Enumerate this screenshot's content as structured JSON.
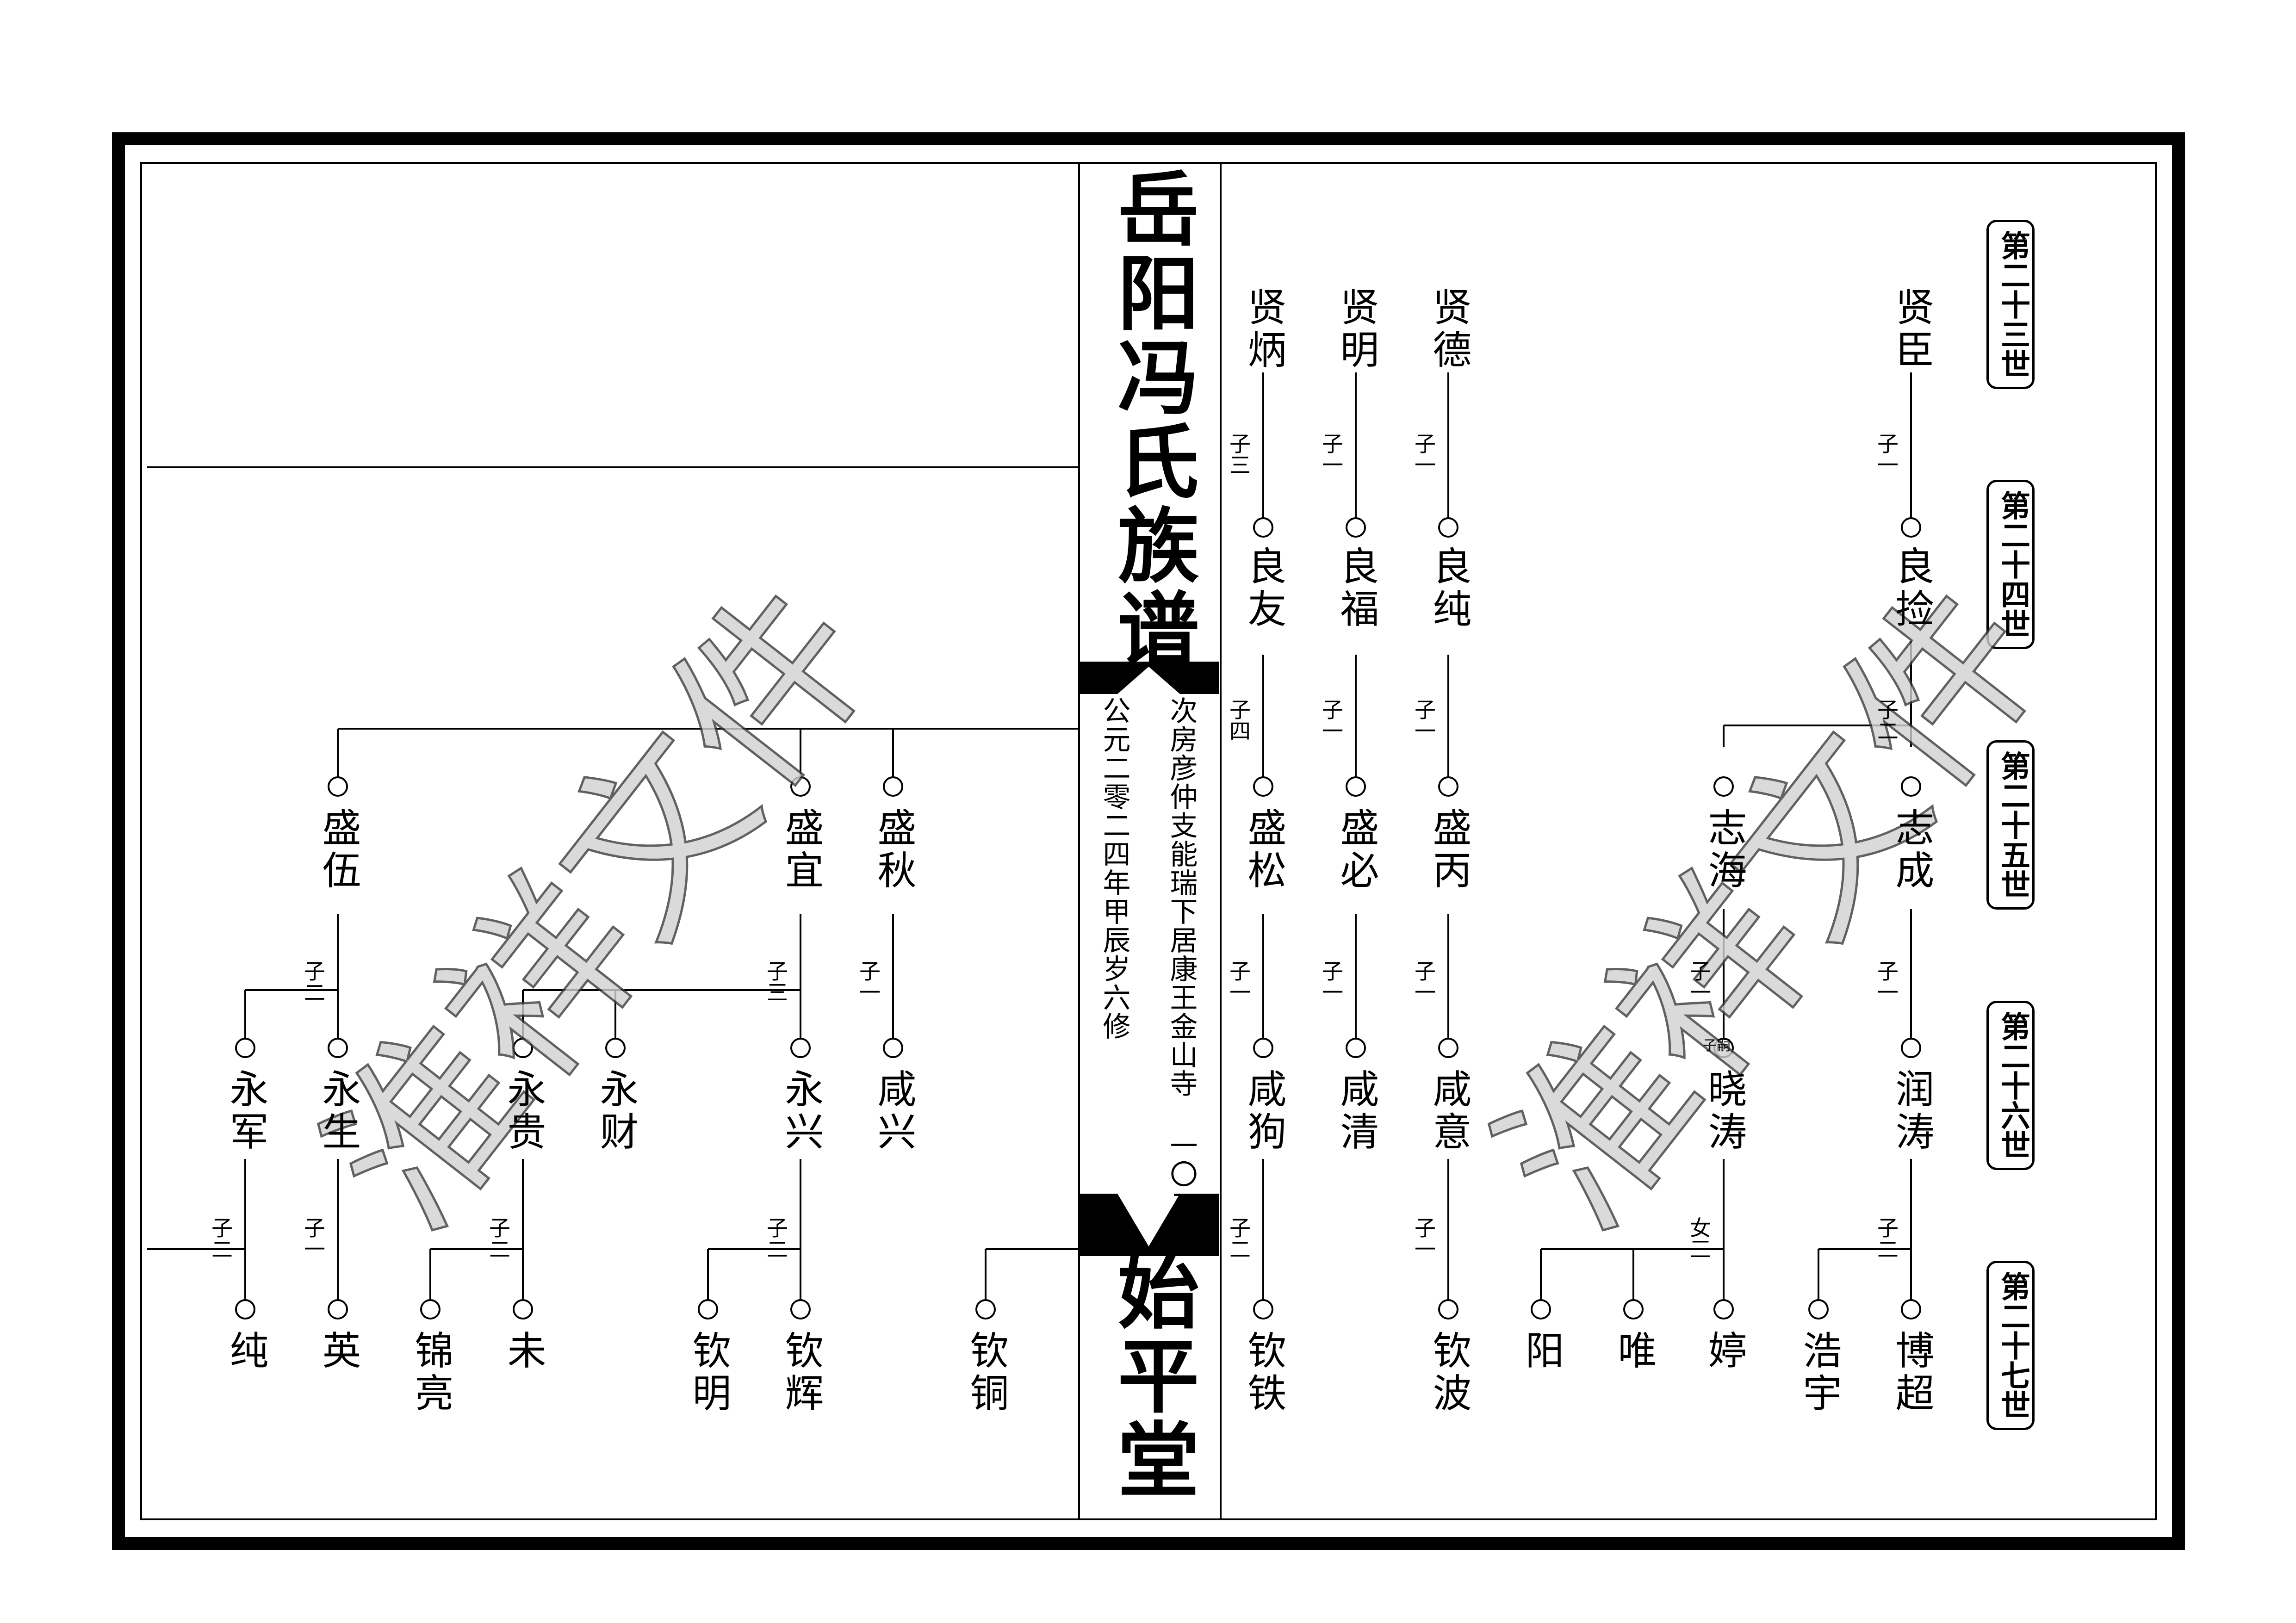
{
  "title": "岳阳冯氏族谱",
  "hall": "始平堂",
  "branch_line": "次房彦仲支能瑞下居康王金山寺 一〇二",
  "date_line": "公元二零二四年甲辰岁六修",
  "watermark": "淮祥文件",
  "generations": [
    "第二十三世",
    "第二十四世",
    "第二十五世",
    "第二十六世",
    "第二十七世"
  ],
  "members": {
    "xianchen": "贤臣",
    "xiande": "贤德",
    "xianming": "贤明",
    "xianbing": "贤炳",
    "liangjian": "良捡",
    "liangchun": "良纯",
    "liangfu": "良福",
    "liangyou": "良友",
    "zhicheng": "志成",
    "zhihai": "志海",
    "shengbing": "盛丙",
    "shengbi": "盛必",
    "shengsong": "盛松",
    "shengqiu": "盛秋",
    "shengyi": "盛宜",
    "shengwu": "盛伍",
    "runtao": "润涛",
    "xiaotao": "晓涛",
    "xianyi": "咸意",
    "xianqing": "咸清",
    "xiangou": "咸狗",
    "xianxing": "咸兴",
    "yongxing": "永兴",
    "yongcai": "永财",
    "yonggui": "永贵",
    "yongsheng": "永生",
    "yongjun": "永军",
    "bochao": "博超",
    "haoyu": "浩宇",
    "ting": "婷",
    "wei": "唯",
    "yang": "阳",
    "qinbo": "钦波",
    "qintie": "钦铁",
    "qintong": "钦铜",
    "qinhui": "钦辉",
    "qinming": "钦明",
    "wei2": "未",
    "jinliang": "锦亮",
    "ying": "英",
    "chun": "纯"
  },
  "child_labels": {
    "zi1": "子一",
    "zi2": "子二",
    "zi3": "子三",
    "zi4": "子四",
    "nv3": "女三"
  },
  "annotations": {
    "adopted": "子嗣"
  }
}
